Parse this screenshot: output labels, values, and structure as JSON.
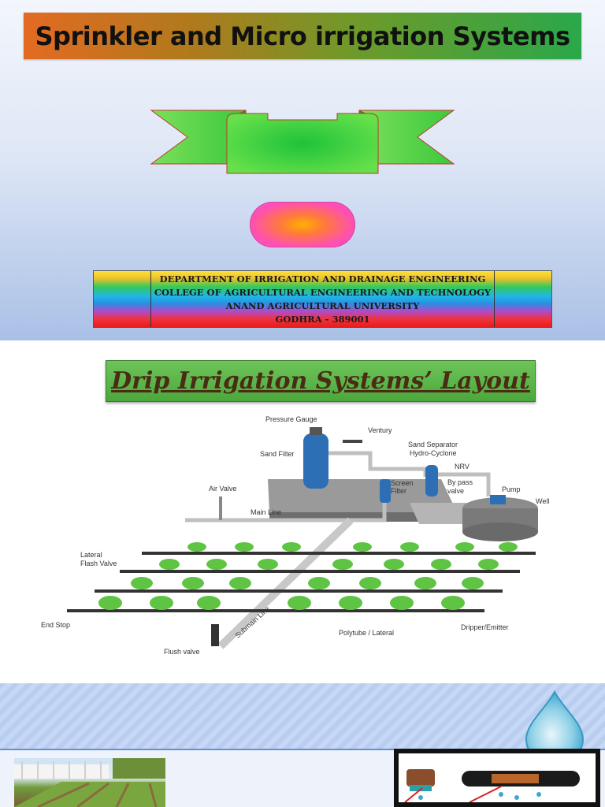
{
  "slide1": {
    "title": "Sprinkler and Micro irrigation Systems",
    "department_lines": [
      "DEPARTMENT OF IRRIGATION AND DRAINAGE ENGINEERING",
      "COLLEGE OF AGRICULTURAL ENGINEERING AND TECHNOLOGY",
      "ANAND AGRICULTURAL UNIVERSITY",
      "GODHRA - 389001"
    ]
  },
  "slide2": {
    "title": "Drip Irrigation Systems’ Layout",
    "labels": {
      "pressure_gauge": "Pressure Gauge",
      "venturi": "Ventury",
      "sand_filter": "Sand Filter",
      "sand_separator": "Sand Separator",
      "hydro_cyclone": "Hydro-Cyclone",
      "nrv": "NRV",
      "by_pass_1": "By pass",
      "by_pass_2": "valve",
      "pump": "Pump",
      "well": "Well",
      "air_valve": "Air Valve",
      "screen_1": "Screen",
      "screen_2": "Filter",
      "main_line": "Main Line",
      "lateral_1": "Lateral",
      "lateral_2": "Flash Valve",
      "end_stop": "End Stop",
      "polytube": "Polytube / Lateral",
      "dripper": "Dripper/Emitter",
      "flush_valve": "Flush valve",
      "submain": "Submain Line"
    }
  },
  "colors": {
    "title_orange": "#e36a22",
    "title_green": "#2aa84a",
    "ribbon_green": "#33cc33",
    "pill_pink": "#ff4fb5",
    "layout_title_green": "#4ca83c",
    "layout_title_text": "#4a2c14"
  }
}
